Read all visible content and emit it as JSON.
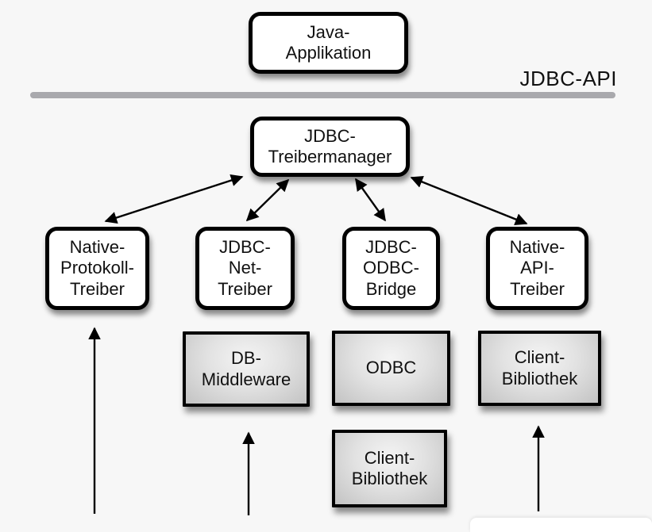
{
  "api_label": "JDBC-API",
  "nodes": {
    "java_application": {
      "label": "Java-\nApplikation"
    },
    "jdbc_treibermanager": {
      "label": "JDBC-\nTreibermanager"
    },
    "native_protokoll_treiber": {
      "label": "Native-\nProtokoll-\nTreiber"
    },
    "jdbc_net_treiber": {
      "label": "JDBC-\nNet-\nTreiber"
    },
    "jdbc_odbc_bridge": {
      "label": "JDBC-\nODBC-\nBridge"
    },
    "native_api_treiber": {
      "label": "Native-\nAPI-\nTreiber"
    },
    "db_middleware": {
      "label": "DB-\nMiddleware"
    },
    "odbc": {
      "label": "ODBC"
    },
    "client_bibliothek_right": {
      "label": "Client-\nBibliothek"
    },
    "client_bibliothek_bottom": {
      "label": "Client-\nBibliothek"
    }
  },
  "edges": [
    {
      "from": "jdbc_treibermanager",
      "to": "native_protokoll_treiber",
      "style": "bidirectional"
    },
    {
      "from": "jdbc_treibermanager",
      "to": "jdbc_net_treiber",
      "style": "bidirectional"
    },
    {
      "from": "jdbc_treibermanager",
      "to": "jdbc_odbc_bridge",
      "style": "bidirectional"
    },
    {
      "from": "jdbc_treibermanager",
      "to": "native_api_treiber",
      "style": "bidirectional"
    },
    {
      "from": "bottom-edge",
      "to": "native_protokoll_treiber",
      "style": "arrow-up"
    },
    {
      "from": "bottom-edge",
      "to": "db_middleware",
      "style": "arrow-up"
    },
    {
      "from": "bottom-edge",
      "to": "client_bibliothek_right",
      "style": "arrow-up"
    }
  ],
  "colors": {
    "background": "#f7f7f7",
    "divider": "#a9a9ad",
    "box_border": "#000000",
    "box_fill": "#ffffff",
    "gray_box_light": "#f4f4f4",
    "gray_box_dark": "#c3c3c3",
    "arrow": "#000000"
  }
}
